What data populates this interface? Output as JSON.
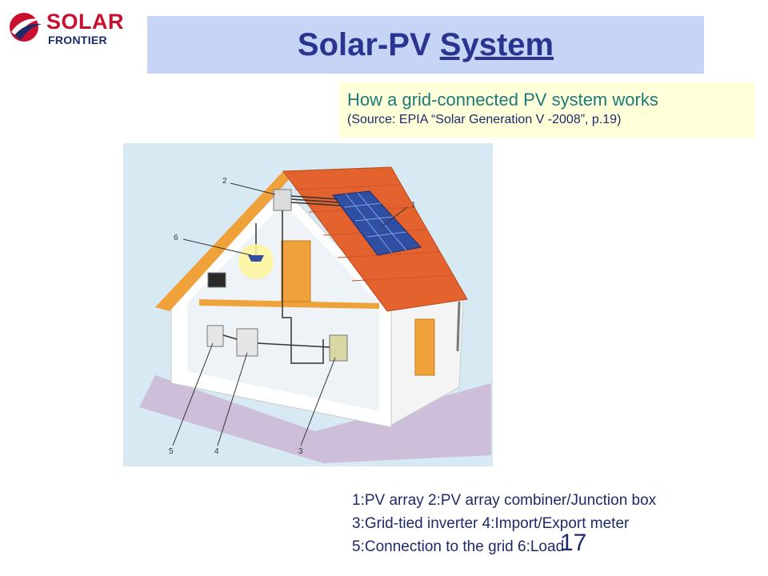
{
  "logo": {
    "top": "SOLAR",
    "bottom": "FRONTIER",
    "colors": {
      "red": "#c8102e",
      "navy": "#1f2a6b"
    }
  },
  "title": {
    "part1": "Solar-PV ",
    "part2": "System"
  },
  "caption": {
    "main": "How a grid-connected PV system works",
    "source": "(Source: EPIA “Solar Generation V -2008”, p.19)"
  },
  "diagram": {
    "callouts": [
      {
        "num": "1",
        "meaning": "PV array"
      },
      {
        "num": "2",
        "meaning": "PV array combiner/Junction box"
      },
      {
        "num": "3",
        "meaning": "Grid-tied inverter"
      },
      {
        "num": "4",
        "meaning": "Import/Export meter"
      },
      {
        "num": "5",
        "meaning": "Connection to the grid"
      },
      {
        "num": "6",
        "meaning": "Load"
      }
    ]
  },
  "legend": {
    "line1": "1:PV array 2:PV array combiner/Junction box",
    "line2": "3:Grid-tied inverter 4:Import/Export meter",
    "line3": "5:Connection to the grid 6:Load"
  },
  "page_number": "17",
  "colors": {
    "title_band": "#c6d4f5",
    "title_text": "#2a3590",
    "caption_band": "#ffffd9",
    "caption_text": "#1b7a7a",
    "roof": "#e3622d",
    "diagram_bg": "#d7eaf3"
  }
}
